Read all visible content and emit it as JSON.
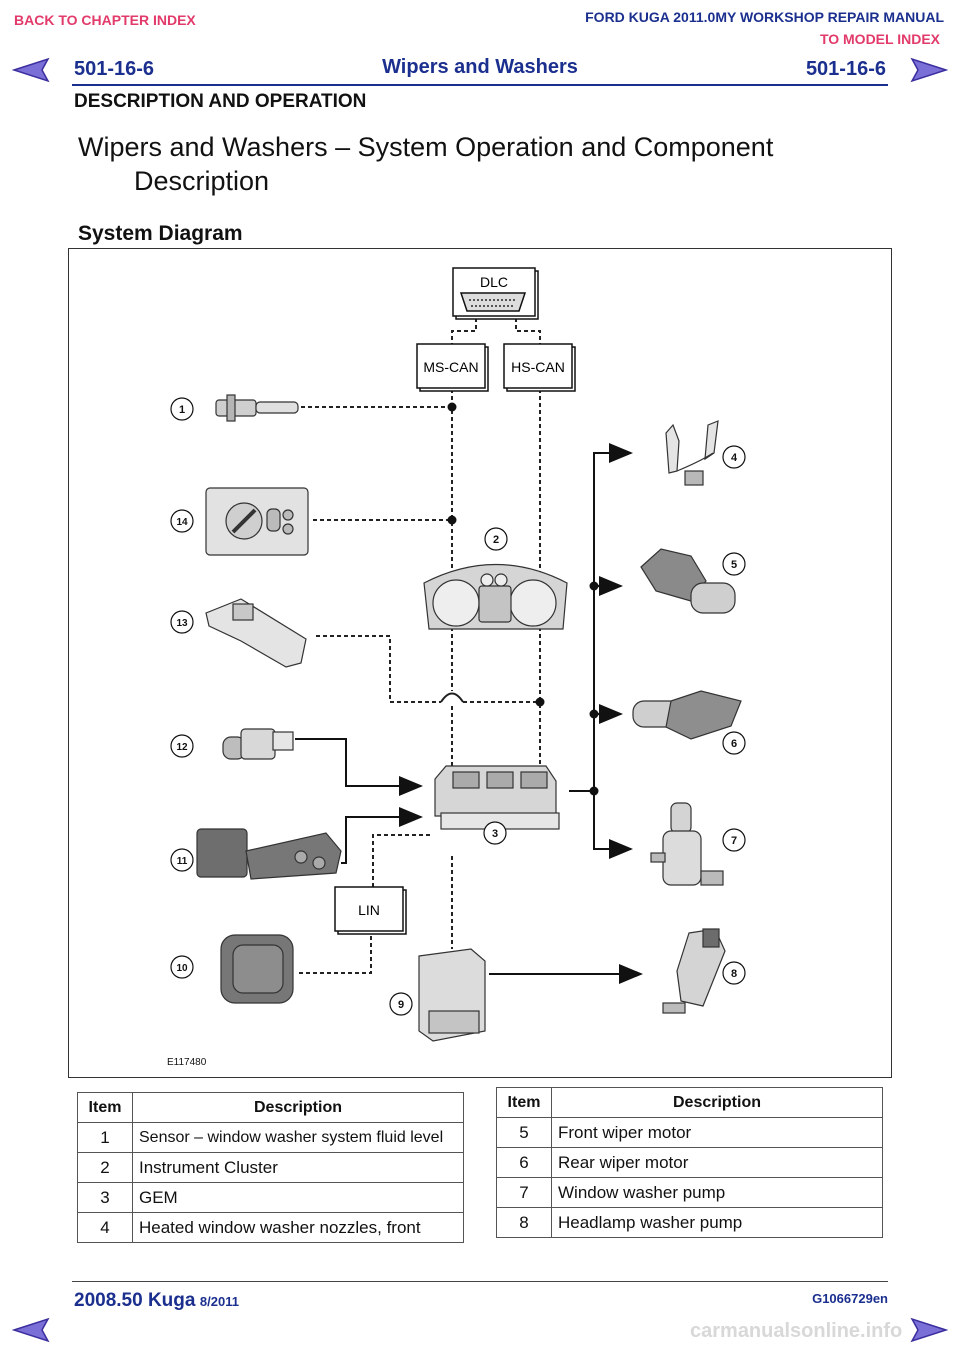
{
  "header": {
    "back_link": "BACK TO CHAPTER INDEX",
    "manual_title": "FORD KUGA 2011.0MY WORKSHOP REPAIR MANUAL",
    "model_link": "TO MODEL INDEX",
    "page_code": "501-16-6",
    "section_title": "Wipers and Washers",
    "category": "DESCRIPTION AND OPERATION"
  },
  "page": {
    "title_line1": "Wipers and Washers – System Operation and Component",
    "title_line2": "Description",
    "subtitle": "System Diagram"
  },
  "diagram": {
    "boxes": {
      "dlc": "DLC",
      "ms_can": "MS-CAN",
      "hs_can": "HS-CAN",
      "lin": "LIN"
    },
    "callouts": [
      "1",
      "2",
      "3",
      "4",
      "5",
      "6",
      "7",
      "8",
      "9",
      "10",
      "11",
      "12",
      "13",
      "14"
    ],
    "figure_id": "E117480"
  },
  "table_left": {
    "col_item": "Item",
    "col_desc": "Description",
    "rows": [
      {
        "item": "1",
        "desc": "Sensor – window washer system fluid level"
      },
      {
        "item": "2",
        "desc": "Instrument Cluster"
      },
      {
        "item": "3",
        "desc": "GEM"
      },
      {
        "item": "4",
        "desc": "Heated window washer nozzles, front"
      }
    ]
  },
  "table_right": {
    "col_item": "Item",
    "col_desc": "Description",
    "rows": [
      {
        "item": "5",
        "desc": "Front wiper motor"
      },
      {
        "item": "6",
        "desc": "Rear wiper motor"
      },
      {
        "item": "7",
        "desc": "Window washer pump"
      },
      {
        "item": "8",
        "desc": "Headlamp washer pump"
      }
    ]
  },
  "footer": {
    "model": "2008.50 Kuga",
    "date": "8/2011",
    "doc_code": "G1066729en",
    "watermark": "carmanualsonline.info"
  },
  "colors": {
    "accent_blue": "#1b2f8f",
    "link_pink": "#e23a6a"
  }
}
